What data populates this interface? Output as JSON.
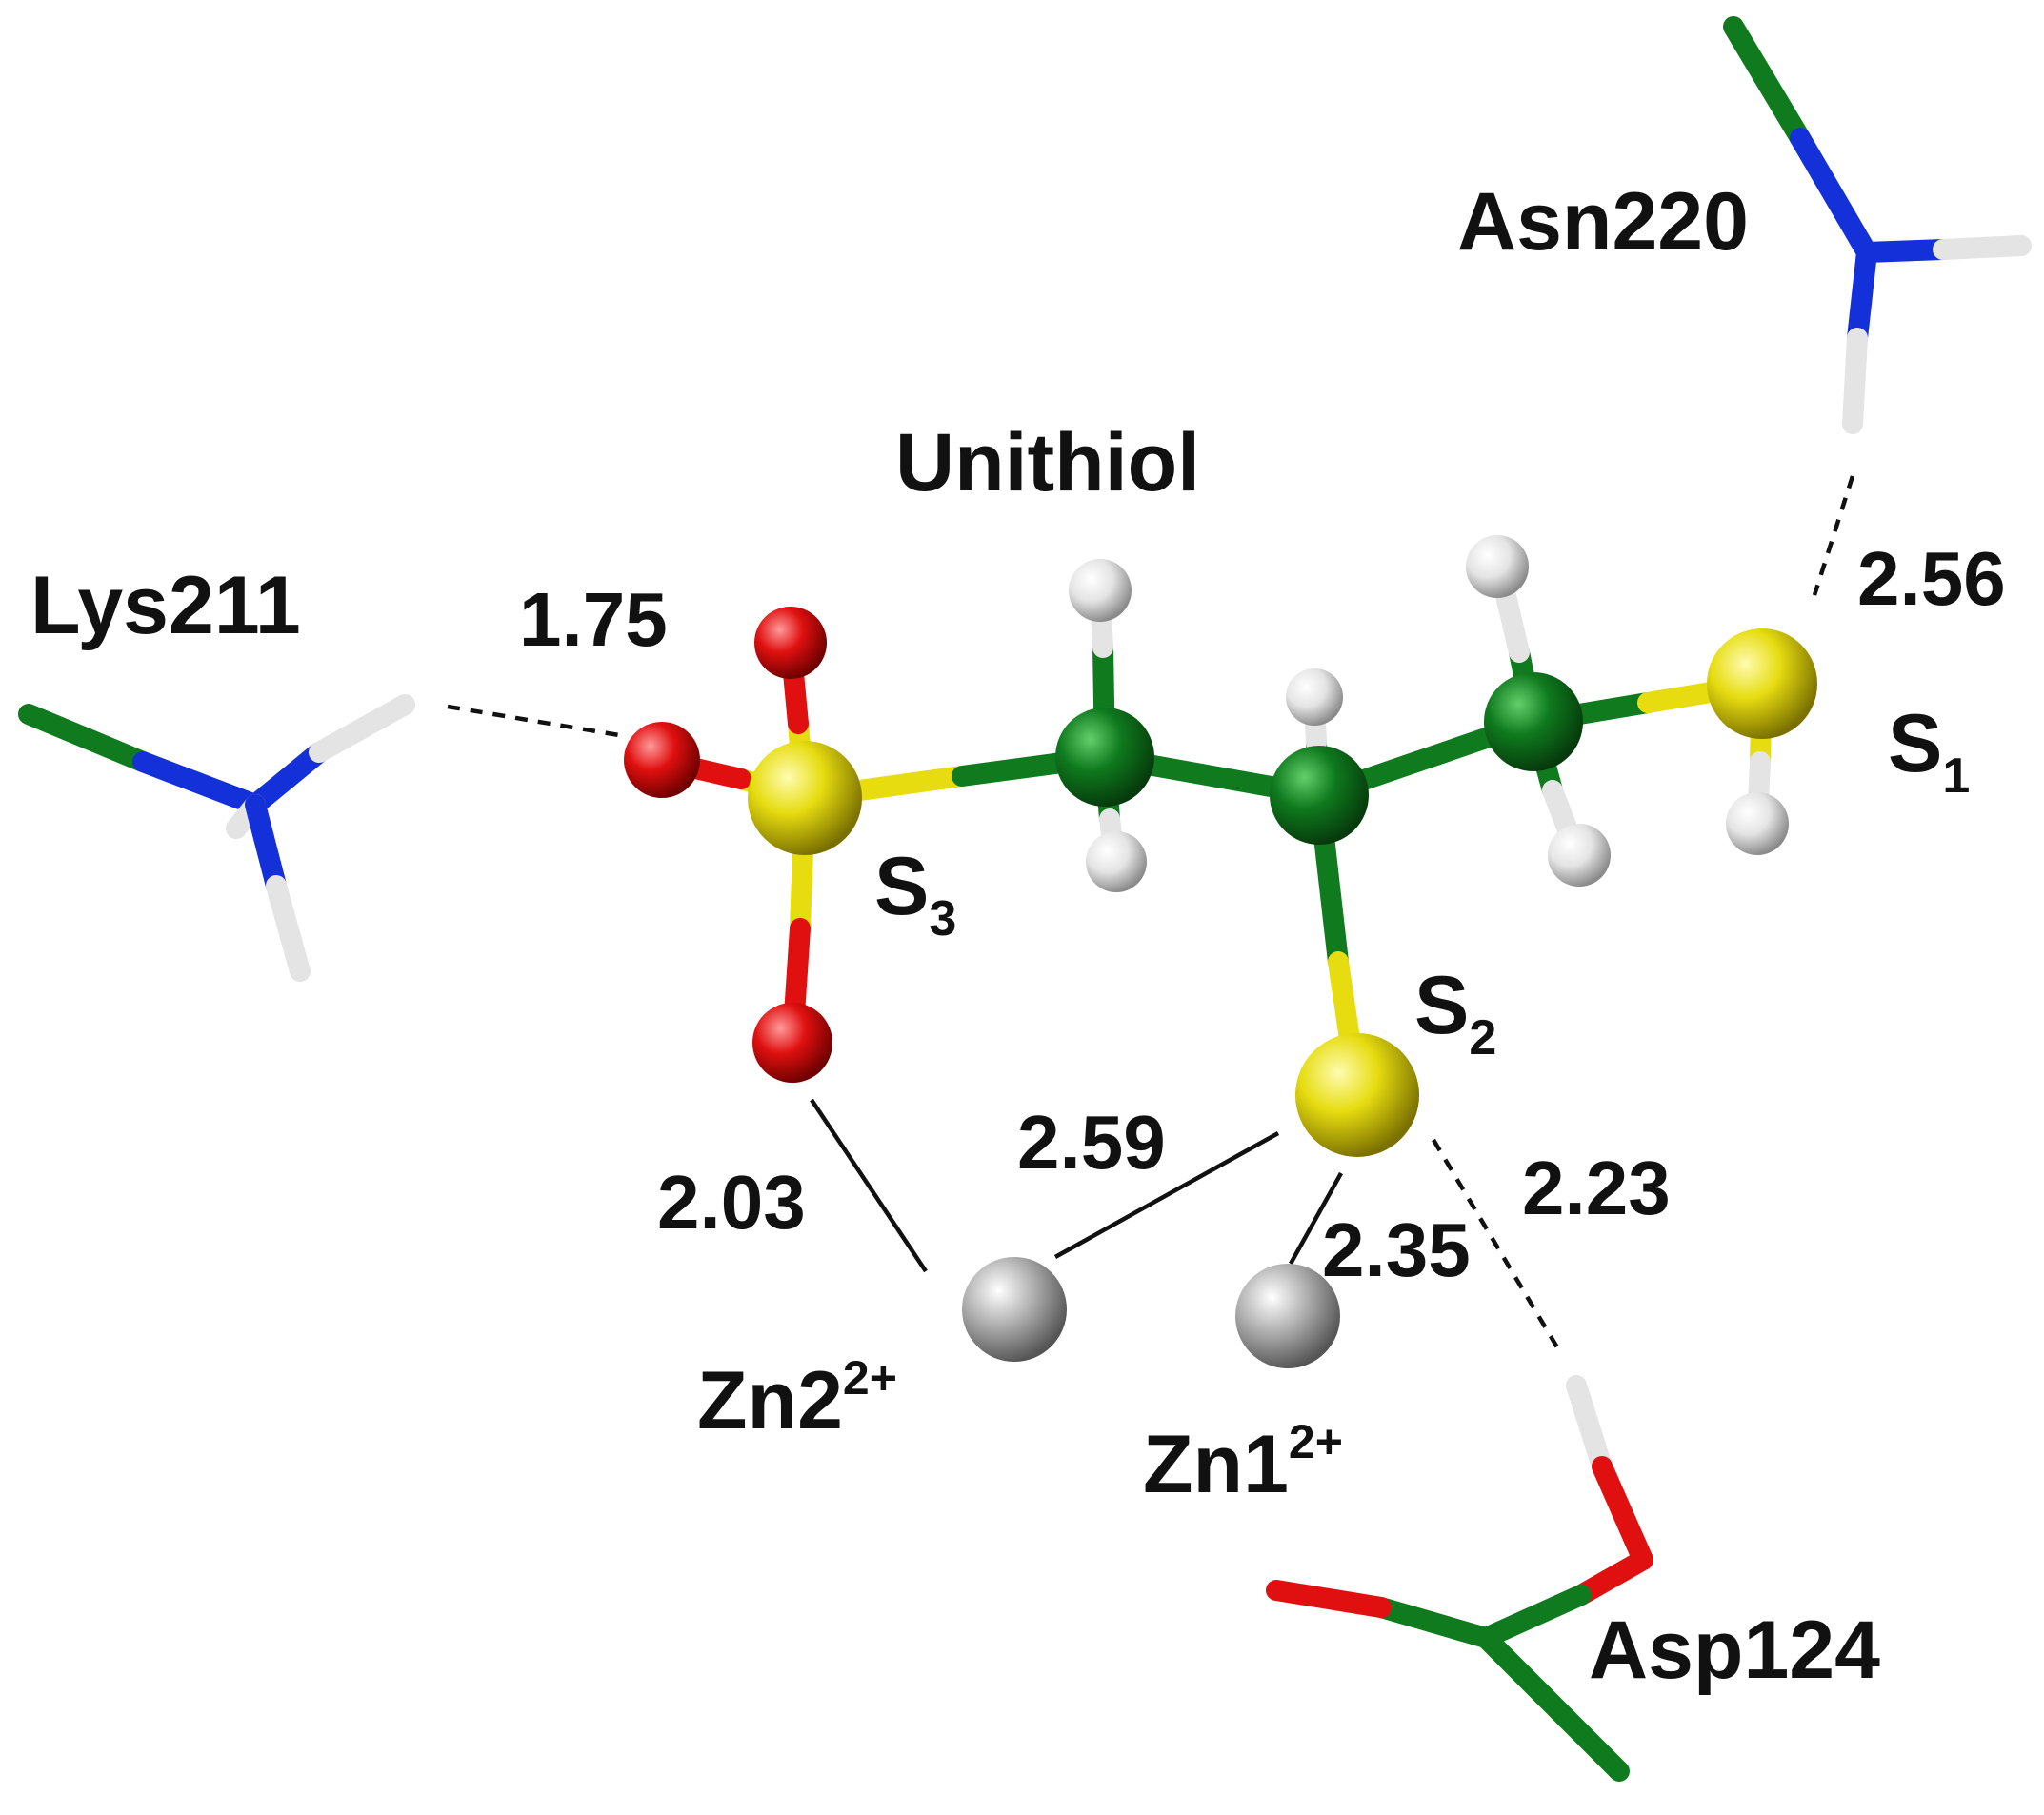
{
  "labels": {
    "molecule": "Unithiol",
    "lys": "Lys211",
    "asn": "Asn220",
    "asp": "Asp124",
    "zn1": {
      "base": "Zn1",
      "charge": "2+"
    },
    "zn2": {
      "base": "Zn2",
      "charge": "2+"
    },
    "s1": {
      "base": "S",
      "index": "1"
    },
    "s2": {
      "base": "S",
      "index": "2"
    },
    "s3": {
      "base": "S",
      "index": "3"
    }
  },
  "distances": {
    "lys_o": "1.75",
    "asn_s1": "2.56",
    "o_zn2": "2.03",
    "s2_zn2": "2.59",
    "s2_zn1": "2.35",
    "s2_asp": "2.23"
  },
  "colors": {
    "carbon": "#0f7a1e",
    "nitrogen": "#1430d8",
    "oxygen": "#e01010",
    "sulfur": "#e6dc10",
    "hydrogen": "#e4e4e4",
    "zinc": "#b4b4b4",
    "line": "#111111"
  }
}
